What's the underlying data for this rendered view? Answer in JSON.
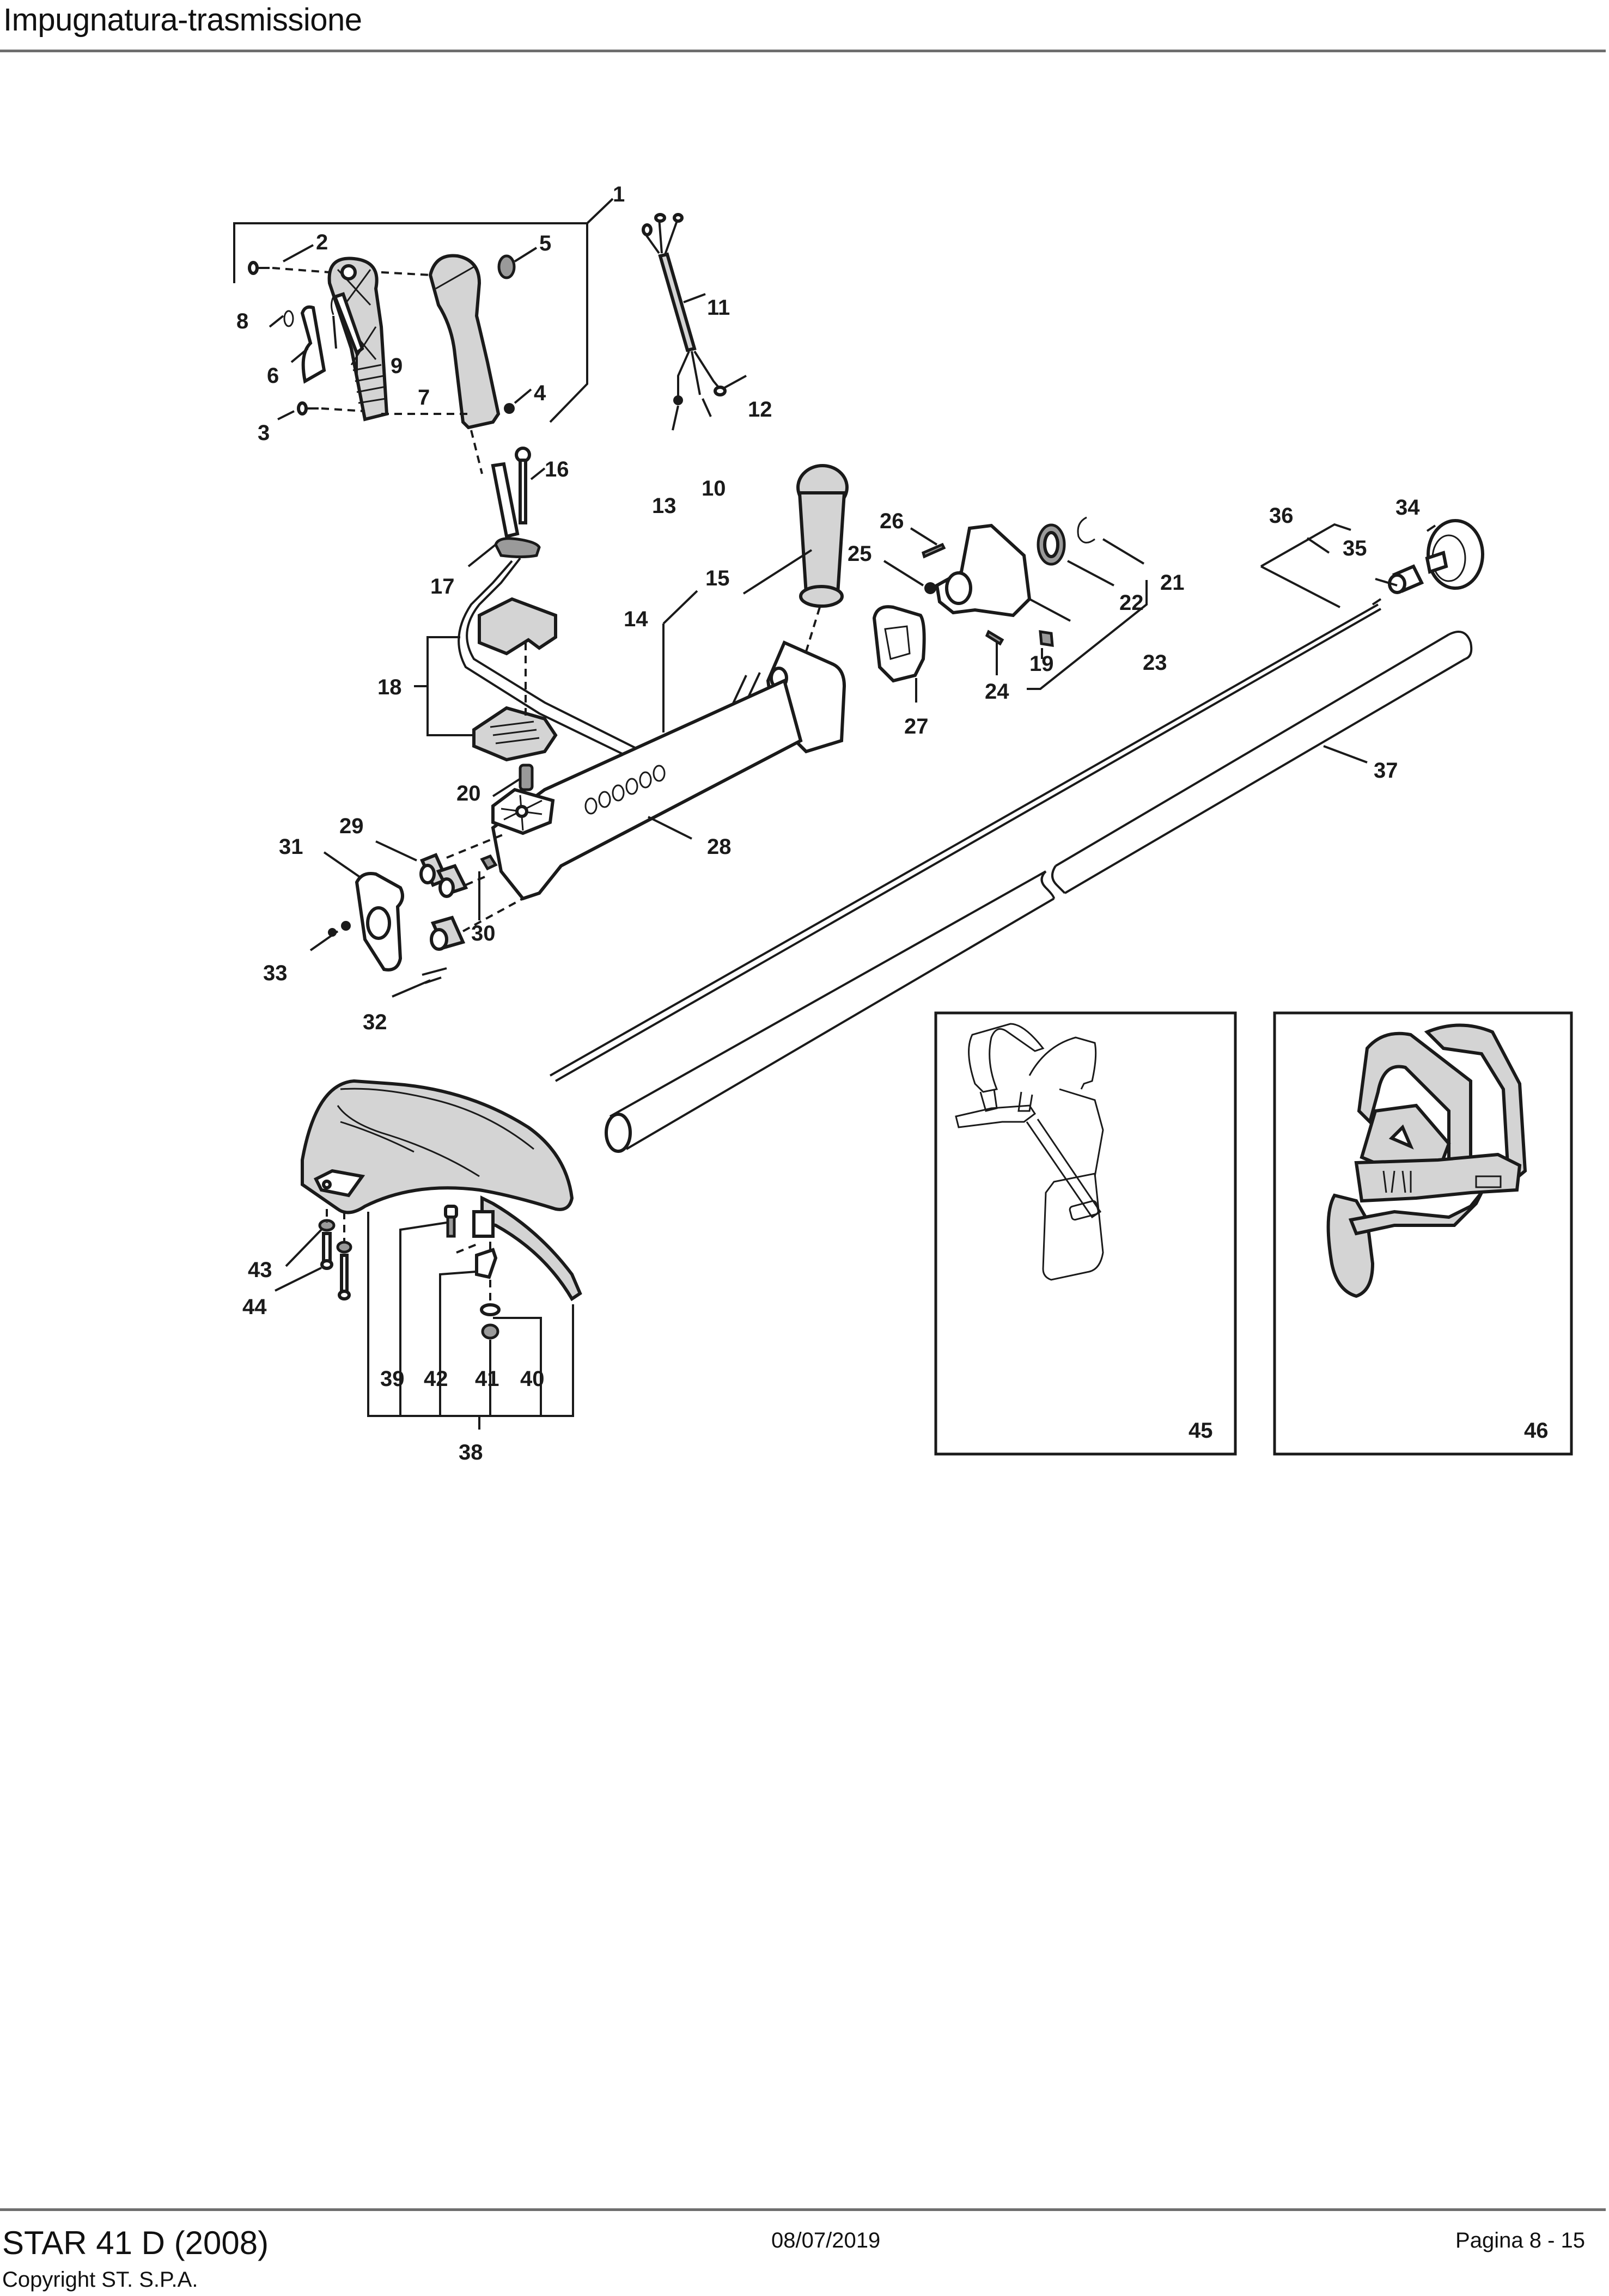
{
  "header": {
    "title": "Impugnatura-trasmissione"
  },
  "footer": {
    "model": "STAR 41 D (2008)",
    "copyright": "Copyright ST. S.P.A.",
    "date": "08/07/2019",
    "page": "Pagina 8 - 15"
  },
  "diagram": {
    "type": "exploded-parts-view",
    "callouts": {
      "c1": "1",
      "c2": "2",
      "c3": "3",
      "c4": "4",
      "c5": "5",
      "c6": "6",
      "c7": "7",
      "c8": "8",
      "c9": "9",
      "c10": "10",
      "c11": "11",
      "c12": "12",
      "c13": "13",
      "c14": "14",
      "c15": "15",
      "c16": "16",
      "c17": "17",
      "c18": "18",
      "c19": "19",
      "c20": "20",
      "c21": "21",
      "c22": "22",
      "c23": "23",
      "c24": "24",
      "c25": "25",
      "c26": "26",
      "c27": "27",
      "c28": "28",
      "c29": "29",
      "c30": "30",
      "c31": "31",
      "c32": "32",
      "c33": "33",
      "c34": "34",
      "c35": "35",
      "c36": "36",
      "c37": "37",
      "c38": "38",
      "c39": "39",
      "c40": "40",
      "c41": "41",
      "c42": "42",
      "c43": "43",
      "c44": "44",
      "c45": "45",
      "c46": "46"
    },
    "insets": [
      {
        "id": "harness-simple",
        "label": "45"
      },
      {
        "id": "harness-padded",
        "label": "46"
      }
    ]
  }
}
